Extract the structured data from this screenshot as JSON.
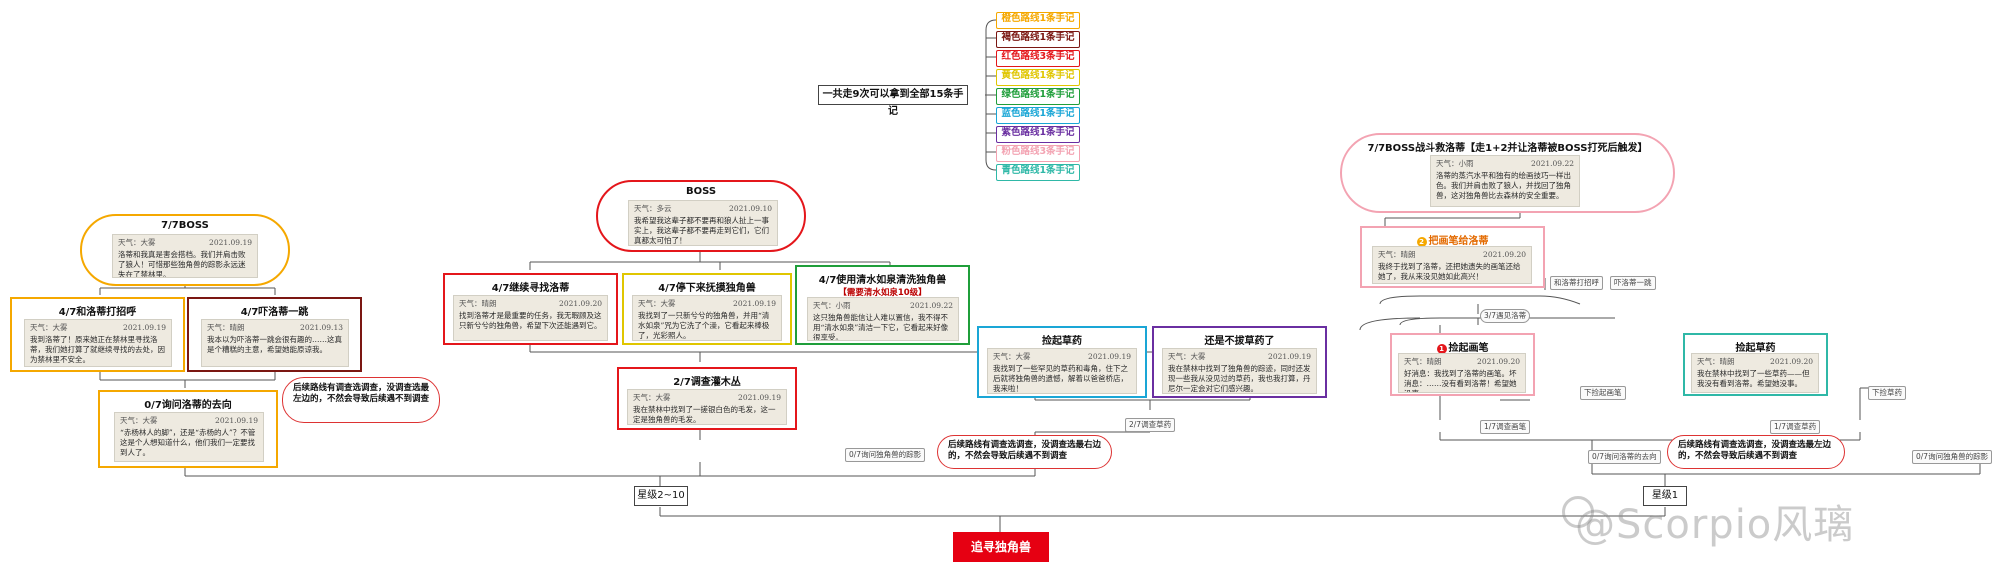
{
  "root": {
    "label": "追寻独角兽"
  },
  "stars": {
    "left": "星级2~10",
    "right": "星级1"
  },
  "summary": "一共走9次可以拿到全部15条手记",
  "legend": [
    {
      "label": "橙色路线1条手记",
      "color": "#f5a800"
    },
    {
      "label": "褐色路线1条手记",
      "color": "#7b1712"
    },
    {
      "label": "红色路线3条手记",
      "color": "#e4161b"
    },
    {
      "label": "黄色路线1条手记",
      "color": "#e0c600"
    },
    {
      "label": "绿色路线1条手记",
      "color": "#1f9e3a"
    },
    {
      "label": "蓝色路线1条手记",
      "color": "#1aa6d6"
    },
    {
      "label": "紫色路线1条手记",
      "color": "#6a2fa1"
    },
    {
      "label": "粉色路线3条手记",
      "color": "#f3a3b2"
    },
    {
      "label": "青色路线1条手记",
      "color": "#2fb8a7"
    }
  ],
  "left": {
    "boss": {
      "title": "7/7BOSS",
      "weather": "天气：大雾",
      "date": "2021.09.19",
      "text": "洛蒂和我真是害会搭档。我们并肩击败了狼人！可惜那些独角兽的踪影永远迷失在了禁林里。"
    },
    "greet": {
      "title": "4/7和洛蒂打招呼",
      "weather": "天气：大雾",
      "date": "2021.09.19",
      "text": "我到洛蒂了！原来她正在禁林里寻找洛蒂，我们她打算了就继续寻找的去处，因为禁林里不安全。"
    },
    "yell": {
      "title": "4/7吓洛蒂一跳",
      "weather": "天气：晴朗",
      "date": "2021.09.13",
      "text": "我本以为吓洛蒂一跳会很有趣的……这真是个糟糕的主意，希望她能原谅我。"
    },
    "ask": {
      "title": "0/7询问洛蒂的去向",
      "weather": "天气：大雾",
      "date": "2021.09.19",
      "text": "“赤杨林人的脚”，还是“赤杨的人”？不管这是个人想知道什么，他们我们一定要找到人了。"
    },
    "callout": "后续路线有调查选调查，没调查选最左边的，不然会导致后续遇不到调查"
  },
  "mid": {
    "boss": {
      "title": "BOSS",
      "weather": "天气：多云",
      "date": "2021.09.10",
      "text": "我希望我这辈子都不要再和狼人扯上一事实上，我这辈子都不要再走到它们，它们真都太可怕了！"
    },
    "find": {
      "title": "4/7继续寻找洛蒂",
      "weather": "天气：晴朗",
      "date": "2021.09.20",
      "text": "找到洛蒂才是最重要的任务，我无暇顾及这只新兮兮的独角兽，希望下次还能遇到它。"
    },
    "catch": {
      "title": "4/7停下来抚摸独角兽",
      "weather": "天气：大雾",
      "date": "2021.09.19",
      "text": "我找到了一只新兮兮的独角兽，并用“清水如泉”咒为它洗了个澡，它看起来棒极了，光彩照人。"
    },
    "wash": {
      "title": "4/7使用清水如泉清洗独角兽",
      "warn": "【需要清水如泉10级】",
      "weather": "天气：小雨",
      "date": "2021.09.22",
      "text": "这只独角兽能信让人难以置信，我不得不用“清水如泉”清洁一下它，它看起来好像很享受。"
    },
    "bush": {
      "title": "2/7调查灌木丛",
      "weather": "天气：大雾",
      "date": "2021.09.19",
      "text": "我在禁林中找到了一搓银白色的毛发，这一定是独角兽的毛发。"
    },
    "herbs": {
      "title": "捡起草药",
      "weather": "天气：大雾",
      "date": "2021.09.19",
      "text": "我找到了一些罕见的草药和毒角，住下之后就将独角兽的遗憾，解着以爸爸桥店，我来啦！"
    },
    "noherbs": {
      "title": "还是不拔草药了",
      "weather": "天气：大雾",
      "date": "2021.09.19",
      "text": "我在禁林中找到了独角兽的踪迹，同时还发现一些我从没见过的草药，我也我打算，丹尼尔一定会对它们感兴趣。"
    },
    "tag_herb": "2/7调查草药",
    "tag_mid": "0/7询问独角兽的踪影",
    "callout": "后续路线有调查选调查，没调查选最右边的，不然会导致后续遇不到调查"
  },
  "right": {
    "boss": {
      "title": "7/7BOSS战斗救洛蒂【走1+2并让洛蒂被BOSS打死后触发】",
      "weather": "天气：小雨",
      "date": "2021.09.22",
      "text": "洛蒂的蒸汽水平和独有的绘画技巧一样出色。我们并肩击败了狼人，并找回了独角兽，这对独角兽比去森林的安全重要。"
    },
    "pen": {
      "badge": "2",
      "title": "把画笔给洛蒂",
      "weather": "天气：晴朗",
      "date": "2021.09.20",
      "text": "我终于找到了洛蒂，还把她遗失的画笔还给她了，我从来没见她如此高兴！"
    },
    "tag_pen1": "和洛蒂打招呼",
    "tag_pen2": "吓洛蒂一跳",
    "tag_3_7": "3/7遇见洛蒂",
    "brush": {
      "badge": "1",
      "title": "捡起画笔",
      "weather": "天气：晴朗",
      "date": "2021.09.20",
      "text": "好消息：我找到了洛蒂的画笔。坏消息：……没有看到洛蒂！希望她没事。"
    },
    "pick": {
      "title": "捡起草药",
      "weather": "天气：晴朗",
      "date": "2021.09.20",
      "text": "我在禁林中找到了一些草药——但我没有看到洛蒂。希望她没事。"
    },
    "tag_brush": "下捡起画笔",
    "tag_pick": "下捡草药",
    "tag_1_7a": "1/7调查画笔",
    "tag_1_7b": "1/7调查草药",
    "tag_0_7a": "0/7询问洛蒂的去向",
    "tag_0_7b": "0/7询问独角兽的踪影",
    "callout": "后续路线有调查选调查，没调查选最左边的，不然会导致后续遇不到调查"
  },
  "watermark": "@Scorpio风璃"
}
